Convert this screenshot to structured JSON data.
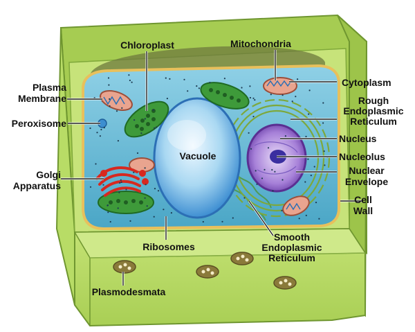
{
  "labels": {
    "chloroplast": "Chloroplast",
    "mitochondria": "Mitochondria",
    "plasma_membrane_1": "Plasma",
    "plasma_membrane_2": "Membrane",
    "cytoplasm": "Cytoplasm",
    "rough_er_1": "Rough",
    "rough_er_2": "Endoplasmic",
    "rough_er_3": "Reticulum",
    "peroxisome": "Peroxisome",
    "nucleus": "Nucleus",
    "vacuole": "Vacuole",
    "nucleolus": "Nucleolus",
    "golgi_1": "Golgi",
    "golgi_2": "Apparatus",
    "nuclear_envelope_1": "Nuclear",
    "nuclear_envelope_2": "Envelope",
    "cell_wall_1": "Cell",
    "cell_wall_2": "Wall",
    "ribosomes": "Ribosomes",
    "smooth_er_1": "Smooth",
    "smooth_er_2": "Endoplasmic",
    "smooth_er_3": "Reticulum",
    "plasmodesmata": "Plasmodesmata"
  },
  "colors": {
    "cell_wall": "#b5d962",
    "cell_wall_dark": "#7fa83a",
    "cytoplasm": "#5fb5cf",
    "vacuole": "#9fd2ee",
    "chloroplast": "#3e9a3a",
    "golgi": "#d7281f",
    "nucleus": "#9b6fd0",
    "nucleolus": "#3a2ea0"
  }
}
